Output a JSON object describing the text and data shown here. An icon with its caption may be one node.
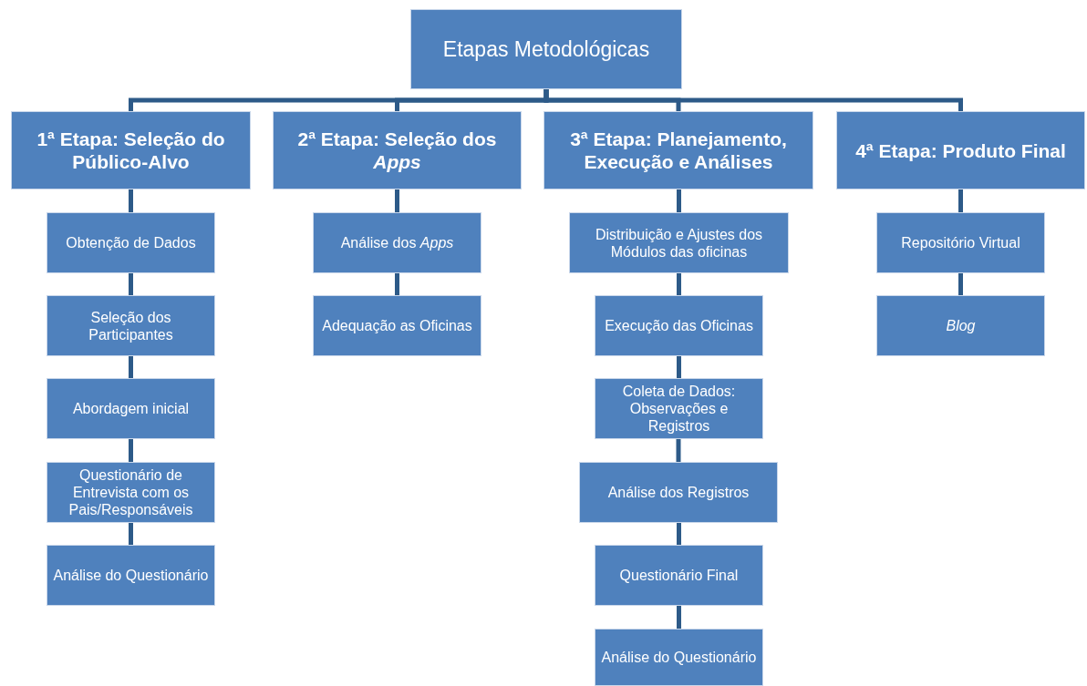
{
  "diagram": {
    "nodes": [
      {
        "text": [
          "Etapas Metodológicas"
        ]
      },
      {
        "text": [
          "1ª Etapa: Seleção do Público-Alvo"
        ]
      },
      {
        "text": [
          "2ª Etapa: Seleção dos *Apps*"
        ]
      },
      {
        "text": [
          "3ª Etapa: Planejamento, Execução e Análises"
        ]
      },
      {
        "text": [
          "4ª Etapa: Produto Final"
        ]
      },
      {
        "text": [
          "Obtenção de Dados"
        ]
      },
      {
        "text": [
          "Seleção dos Participantes"
        ]
      },
      {
        "text": [
          "Abordagem inicial"
        ]
      },
      {
        "text": [
          "Questionário  de Entrevista com os Pais/Responsáveis"
        ]
      },
      {
        "text": [
          "Análise do Questionário"
        ]
      },
      {
        "text": [
          "Análise dos *Apps*"
        ]
      },
      {
        "text": [
          "Adequação as Oficinas"
        ]
      },
      {
        "text": [
          "Distribuição e Ajustes dos Módulos das oficinas"
        ]
      },
      {
        "text": [
          "Execução das Oficinas"
        ]
      },
      {
        "text": [
          "Coleta de Dados: Observações e Registros"
        ]
      },
      {
        "text": [
          "Análise dos Registros"
        ]
      },
      {
        "text": [
          "Questionário Final"
        ]
      },
      {
        "text": [
          "Análise do Questionário"
        ]
      },
      {
        "text": [
          "Repositório Virtual"
        ]
      },
      {
        "text": [
          "Blog"
        ]
      }
    ],
    "edges": [
      {
        "from": 0,
        "to": 1,
        "arrow": "none"
      },
      {
        "from": 0,
        "to": 2,
        "arrow": "none"
      },
      {
        "from": 0,
        "to": 3,
        "arrow": "none"
      },
      {
        "from": 0,
        "to": 4,
        "arrow": "none"
      },
      {
        "from": 1,
        "to": 5,
        "arrow": "none"
      },
      {
        "from": 5,
        "to": 6,
        "arrow": "none"
      },
      {
        "from": 6,
        "to": 7,
        "arrow": "none"
      },
      {
        "from": 7,
        "to": 8,
        "arrow": "none"
      },
      {
        "from": 8,
        "to": 9,
        "arrow": "none"
      },
      {
        "from": 2,
        "to": 10,
        "arrow": "none"
      },
      {
        "from": 10,
        "to": 11,
        "arrow": "none"
      },
      {
        "from": 3,
        "to": 12,
        "arrow": "none"
      },
      {
        "from": 12,
        "to": 13,
        "arrow": "none"
      },
      {
        "from": 13,
        "to": 14,
        "arrow": "none"
      },
      {
        "from": 14,
        "to": 15,
        "arrow": "none"
      },
      {
        "from": 15,
        "to": 16,
        "arrow": "none"
      },
      {
        "from": 16,
        "to": 17,
        "arrow": "none"
      },
      {
        "from": 4,
        "to": 18,
        "arrow": "none"
      },
      {
        "from": 18,
        "to": 19,
        "arrow": "none"
      }
    ]
  }
}
